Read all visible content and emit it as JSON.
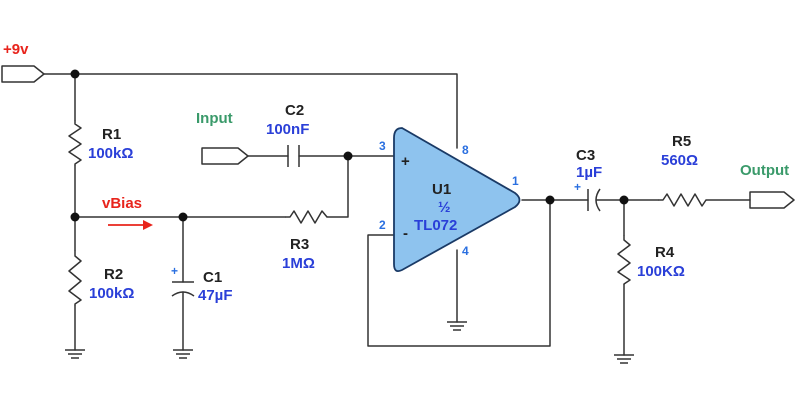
{
  "colors": {
    "supply": "#e8241c",
    "signal": "#3a9a6a",
    "ref": "#222222",
    "value": "#2a3fd8",
    "pin": "#2a6fe0",
    "opamp_fill": "#8ec3ee",
    "opamp_stroke": "#1a3a66"
  },
  "supply": {
    "label": "+9v"
  },
  "bias": {
    "label": "vBias"
  },
  "input": {
    "label": "Input"
  },
  "output": {
    "label": "Output"
  },
  "components": {
    "R1": {
      "ref": "R1",
      "value": "100kΩ"
    },
    "R2": {
      "ref": "R2",
      "value": "100kΩ"
    },
    "R3": {
      "ref": "R3",
      "value": "1MΩ"
    },
    "R4": {
      "ref": "R4",
      "value": "100KΩ"
    },
    "R5": {
      "ref": "R5",
      "value": "560Ω"
    },
    "C1": {
      "ref": "C1",
      "value": "47µF",
      "polarity": "+"
    },
    "C2": {
      "ref": "C2",
      "value": "100nF"
    },
    "C3": {
      "ref": "C3",
      "value": "1µF",
      "polarity": "+"
    },
    "U1": {
      "ref": "U1",
      "fraction": "½",
      "part": "TL072",
      "pins": {
        "noninv": "3",
        "inv": "2",
        "out": "1",
        "vcc": "8",
        "gnd": "4"
      },
      "signs": {
        "plus": "+",
        "minus": "-"
      }
    }
  }
}
